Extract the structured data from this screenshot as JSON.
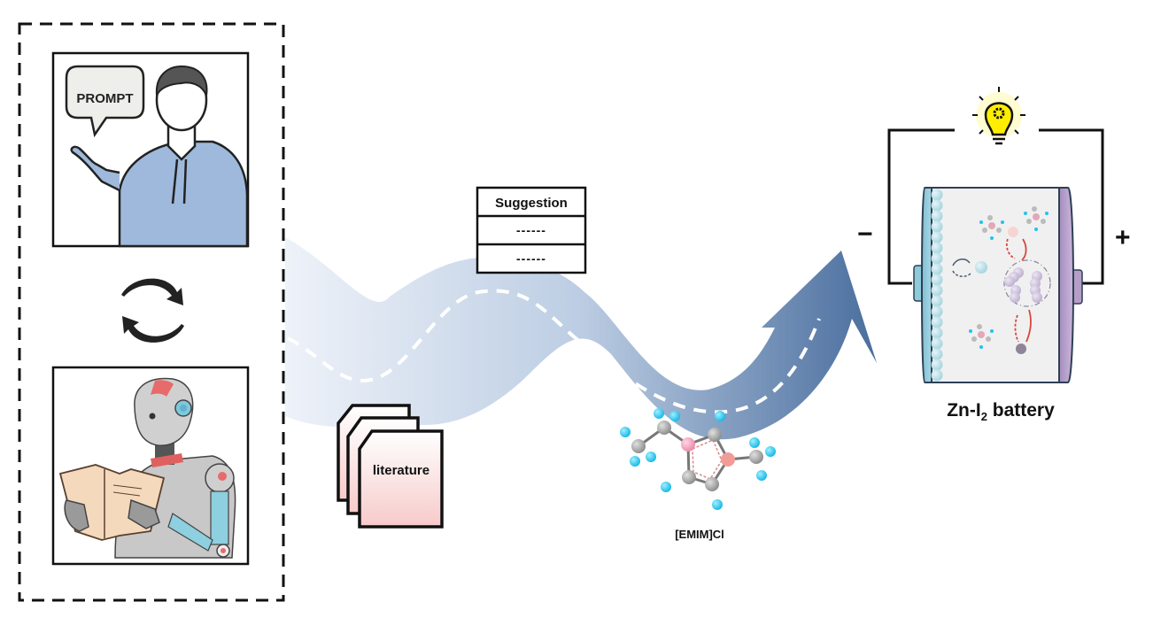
{
  "left_panel": {
    "prompt_bubble": "PROMPT",
    "human_icon": "person-icon",
    "robot_icon": "robot-reading-icon",
    "cycle_icon": "refresh-cycle-icon"
  },
  "flow": {
    "suggestion_box": {
      "title": "Suggestion",
      "rows": [
        "------",
        "------"
      ]
    },
    "literature_label": "literature",
    "molecule_label": "[EMIM]Cl",
    "colors": {
      "band_start": "#e8eef7",
      "band_end": "#4f73a3"
    }
  },
  "battery": {
    "label_main": "Zn-I",
    "label_sub": "2",
    "label_tail": " battery",
    "negative_sign": "−",
    "positive_sign": "+",
    "bulb_icon": "lightbulb-gear-icon",
    "colors": {
      "anode": "#8ecbd9",
      "cathode": "#b49ec7",
      "bulb": "#ffee00",
      "redox_arrow": "#d9453c"
    }
  }
}
